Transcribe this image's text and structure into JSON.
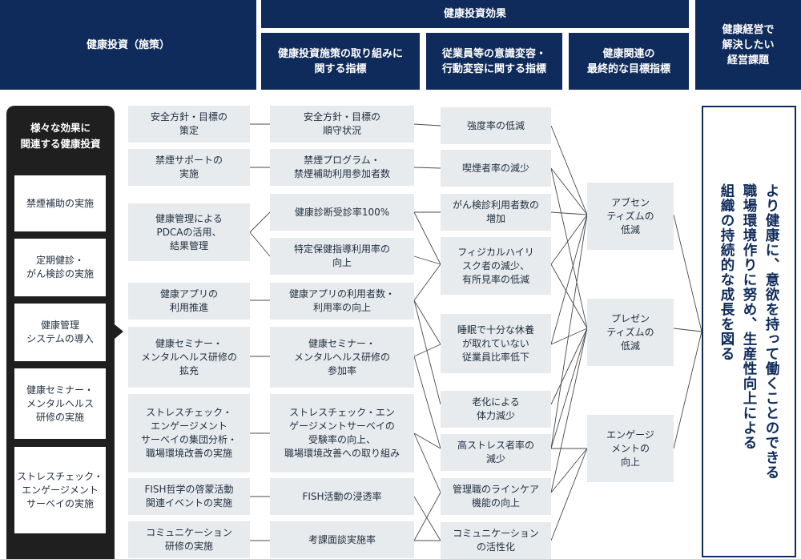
{
  "headers": {
    "investment": "健康投資（施策）",
    "effects": "健康投資効果",
    "initiative_indicators": "健康投資施策の取り組みに\n関する指標",
    "awareness_indicators": "従業員等の意識変容・\n行動変容に関する指標",
    "final_indicators": "健康関連の\n最終的な目標指標",
    "management_issues": "健康経営で\n解決したい\n経営課題"
  },
  "left_panel": {
    "title": "様々な効果に\n関連する健康投資",
    "items": [
      "禁煙補助の実施",
      "定期健診・\nがん検診の実施",
      "健康管理\nシステムの導入",
      "健康セミナー・\nメンタルヘルス\n研修の実施",
      "ストレスチェック・\nエンゲージメント\nサーベイの実施"
    ]
  },
  "columns": {
    "investments": [
      "安全方針・目標の\n策定",
      "禁煙サポートの\n実施",
      "健康管理による\nPDCAの活用、\n結果管理",
      "健康アプリの\n利用推進",
      "健康セミナー・\nメンタルヘルス研修の\n拡充",
      "ストレスチェック・\nエンゲージメント\nサーベイの集団分析・\n職場環境改善の実施",
      "FISH哲学の啓蒙活動\n関連イベントの実施",
      "コミュニケーション\n研修の実施"
    ],
    "initiative_indicators": [
      "安全方針・目標の\n順守状況",
      "禁煙プログラム・\n禁煙補助利用参加者数",
      "健康診断受診率100%",
      "特定保健指導利用率の\n向上",
      "健康アプリの利用者数・\n利用率の向上",
      "健康セミナー・\nメンタルヘルス研修の\n参加率",
      "ストレスチェック・エン\nゲージメントサーベイの\n受験率の向上、\n職場環境改善への取り組み",
      "FISH活動の浸透率",
      "考課面談実施率"
    ],
    "awareness_indicators": [
      "強度率の低減",
      "喫煙者率の減少",
      "がん検診利用者数の\n増加",
      "フィジカルハイリ\nスク者の減少、\n有所見率の低減",
      "睡眠で十分な休養\nが取れていない\n従業員比率低下",
      "老化による\n体力減少",
      "高ストレス者率の\n減少",
      "管理職のラインケア\n機能の向上",
      "コミュニケーション\nの活性化"
    ],
    "final_indicators": [
      "アブセン\nティズムの\n低減",
      "プレゼン\nティズムの\n低減",
      "エンゲージ\nメントの\n向上"
    ]
  },
  "goal": "より健康に、意欲を持って働くことのできる\n職場環境作りに努め、生産性向上による\n組織の持続的な成長を図る"
}
